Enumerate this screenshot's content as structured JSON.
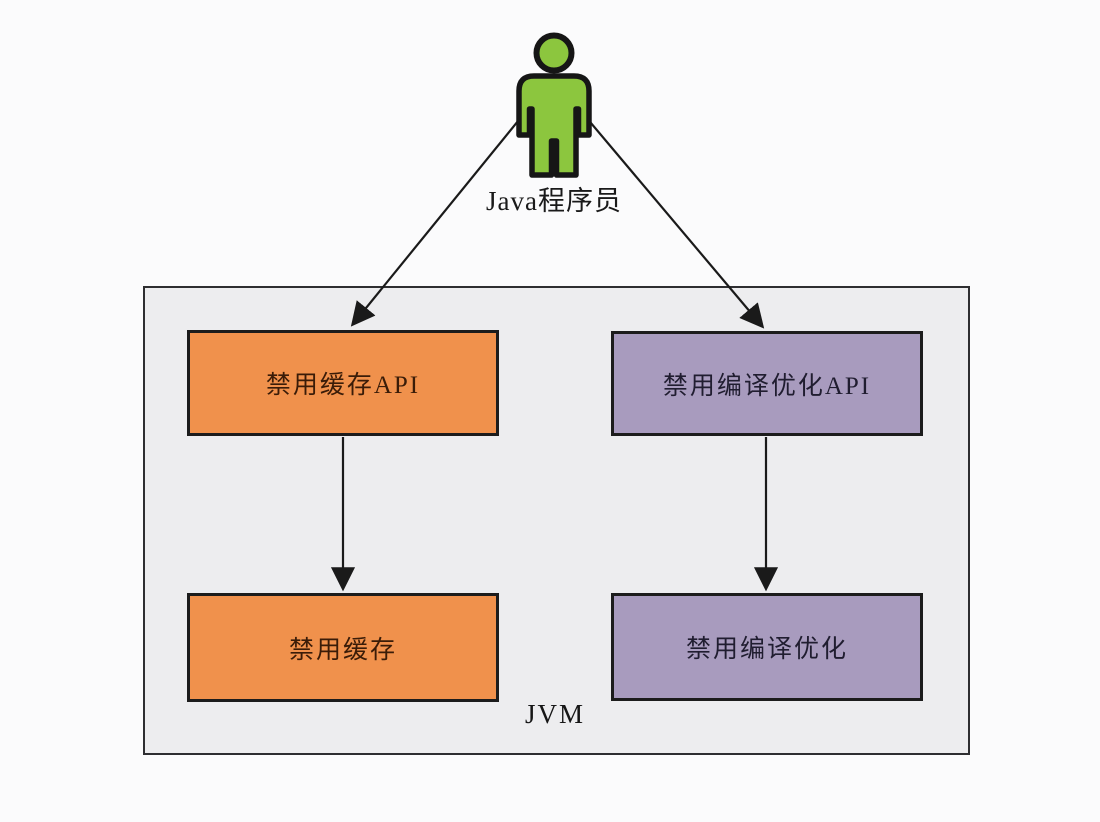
{
  "diagram": {
    "actor": {
      "id": "java-programmer",
      "label": "Java程序员",
      "icon": "person-icon",
      "color": "#8cc63e"
    },
    "container": {
      "label": "JVM",
      "fill": "#ededef"
    },
    "nodes": [
      {
        "id": "disable-cache-api",
        "label": "禁用缓存API",
        "fill": "#f0914c"
      },
      {
        "id": "disable-compile-opt-api",
        "label": "禁用编译优化API",
        "fill": "#a89bbe"
      },
      {
        "id": "disable-cache",
        "label": "禁用缓存",
        "fill": "#f0914c"
      },
      {
        "id": "disable-compile-opt",
        "label": "禁用编译优化",
        "fill": "#a89bbe"
      }
    ],
    "edges": [
      {
        "from": "java-programmer",
        "to": "disable-cache-api"
      },
      {
        "from": "java-programmer",
        "to": "disable-compile-opt-api"
      },
      {
        "from": "disable-cache-api",
        "to": "disable-cache"
      },
      {
        "from": "disable-compile-opt-api",
        "to": "disable-compile-opt"
      }
    ],
    "arrow_color": "#1a1a1a"
  }
}
